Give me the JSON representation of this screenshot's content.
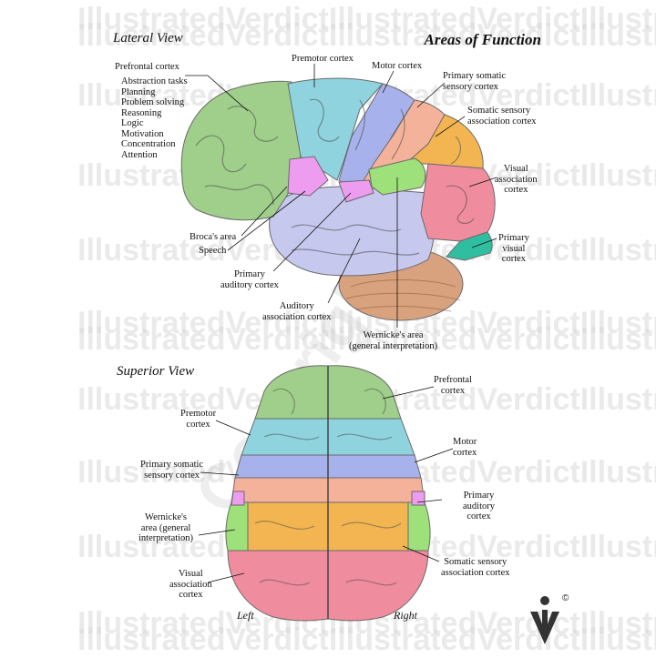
{
  "watermark": {
    "text": "IllustratedVerdictIllustratedVerdictIllustrated",
    "diagonal": "Copyright"
  },
  "titles": {
    "lateral": "Lateral View",
    "main": "Areas of Function",
    "superior": "Superior View"
  },
  "lateral": {
    "prefrontal": "Prefrontal cortex",
    "prefrontal_list": [
      "Abstraction tasks",
      "Planning",
      "Problem solving",
      "Reasoning",
      "Logic",
      "Motivation",
      "Concentration",
      "Attention"
    ],
    "premotor": "Premotor cortex",
    "motor": "Motor cortex",
    "primary_somatic": [
      "Primary somatic",
      "sensory cortex"
    ],
    "somatic_assoc": [
      "Somatic sensory",
      "association cortex"
    ],
    "visual_assoc": [
      "Visual",
      "association",
      "cortex"
    ],
    "primary_visual": [
      "Primary",
      "visual",
      "cortex"
    ],
    "broca": "Broca's area",
    "speech": "Speech",
    "primary_auditory": [
      "Primary",
      "auditory cortex"
    ],
    "auditory_assoc": [
      "Auditory",
      "association cortex"
    ],
    "wernicke": [
      "Wernicke's area",
      "(general interpretation)"
    ]
  },
  "superior": {
    "prefrontal": [
      "Prefrontal",
      "cortex"
    ],
    "premotor": [
      "Premotor",
      "cortex"
    ],
    "motor": [
      "Motor",
      "cortex"
    ],
    "primary_somatic": [
      "Primary somatic",
      "sensory cortex"
    ],
    "primary_auditory": [
      "Primary",
      "auditory",
      "cortex"
    ],
    "wernicke": [
      "Wernicke's",
      "area (general",
      "interpretation)"
    ],
    "somatic_assoc": [
      "Somatic sensory",
      "association cortex"
    ],
    "visual_assoc": [
      "Visual",
      "association",
      "cortex"
    ],
    "left": "Left",
    "right": "Right"
  },
  "logo": {
    "copyright": "©"
  },
  "colors": {
    "prefrontal": "#9fcf8a",
    "premotor": "#8fd3df",
    "motor": "#a7b1ec",
    "primary_somatic": "#f5b29a",
    "somatic_assoc": "#f3b552",
    "visual_assoc": "#ef8c9e",
    "primary_visual": "#2fbfa0",
    "broca": "#ee9cf0",
    "temporal": "#c7c8ee",
    "wernicke": "#9ee07a",
    "cerebellum": "#d8a27e"
  }
}
